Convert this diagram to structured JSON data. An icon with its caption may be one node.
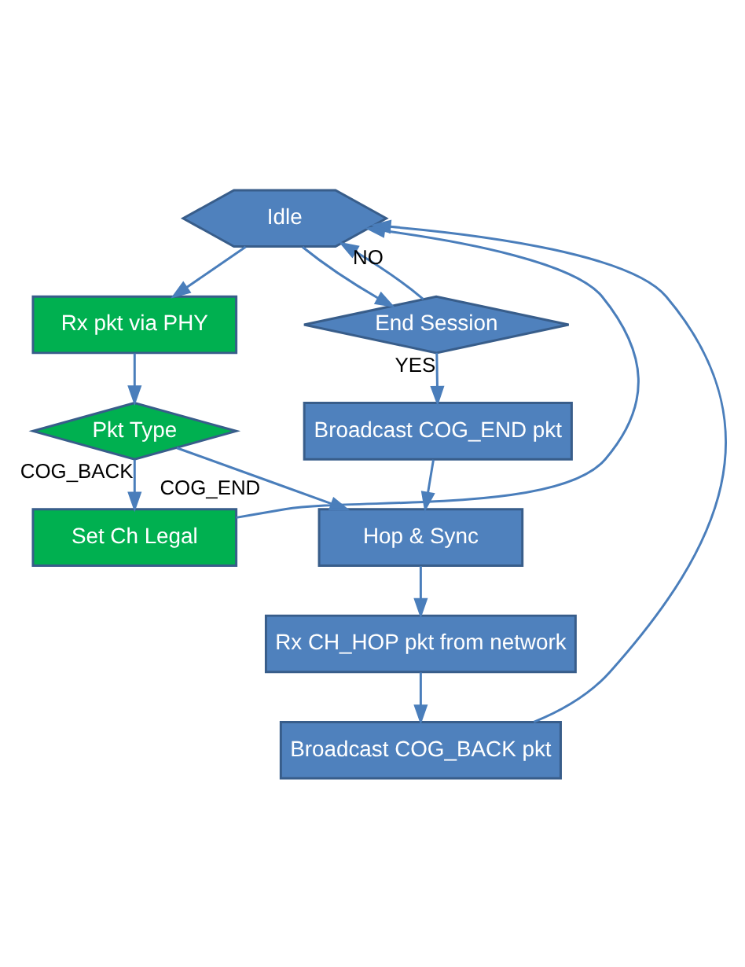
{
  "diagram": {
    "nodes": [
      {
        "text": [
          "Idle"
        ]
      },
      {
        "text": [
          "Rx pkt via PHY"
        ]
      },
      {
        "text": [
          "End Session"
        ]
      },
      {
        "text": [
          "Pkt Type"
        ]
      },
      {
        "text": [
          "Broadcast COG_END pkt"
        ]
      },
      {
        "text": [
          "Set Ch Legal"
        ]
      },
      {
        "text": [
          "Hop & Sync"
        ]
      },
      {
        "text": [
          "Rx CH_HOP pkt from network"
        ]
      },
      {
        "text": [
          "Broadcast COG_BACK pkt"
        ]
      }
    ],
    "edges": [
      {
        "from": 0,
        "to": 1,
        "arrow": "to"
      },
      {
        "from": 0,
        "to": 2,
        "arrow": "to"
      },
      {
        "from": 2,
        "to": 0,
        "arrow": "to",
        "label": "NO"
      },
      {
        "from": 2,
        "to": 4,
        "arrow": "to",
        "label": "YES"
      },
      {
        "from": 1,
        "to": 3,
        "arrow": "to"
      },
      {
        "from": 3,
        "to": 6,
        "arrow": "to",
        "label": "COG_END"
      },
      {
        "from": 3,
        "to": 5,
        "arrow": "to",
        "label": "COG_BACK"
      },
      {
        "from": 4,
        "to": 6,
        "arrow": "to"
      },
      {
        "from": 6,
        "to": 7,
        "arrow": "to"
      },
      {
        "from": 7,
        "to": 8,
        "arrow": "to"
      },
      {
        "from": 5,
        "to": 0,
        "arrow": "to"
      },
      {
        "from": 8,
        "to": 0,
        "arrow": "to"
      }
    ]
  }
}
